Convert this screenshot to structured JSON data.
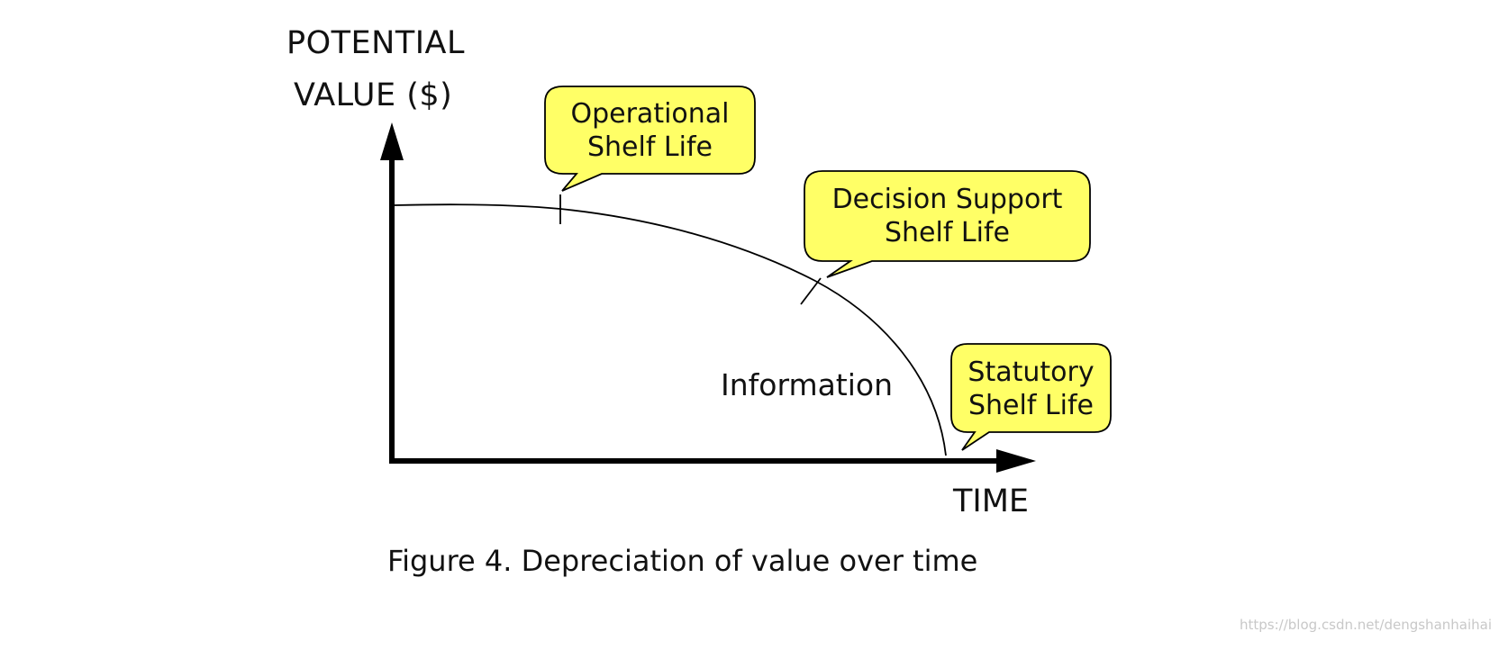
{
  "axis": {
    "y_label_line1": "POTENTIAL",
    "y_label_line2": "VALUE ($)",
    "x_label": "TIME"
  },
  "curve_label": "Information",
  "callouts": [
    {
      "line1": "Operational",
      "line2": "Shelf Life"
    },
    {
      "line1": "Decision Support",
      "line2": "Shelf Life"
    },
    {
      "line1": "Statutory",
      "line2": "Shelf Life"
    }
  ],
  "caption": "Figure 4.  Depreciation of value over time",
  "watermark": "https://blog.csdn.net/dengshanhaihai",
  "colors": {
    "callout_fill": "#ffff66",
    "stroke": "#000000",
    "background": "#ffffff"
  }
}
